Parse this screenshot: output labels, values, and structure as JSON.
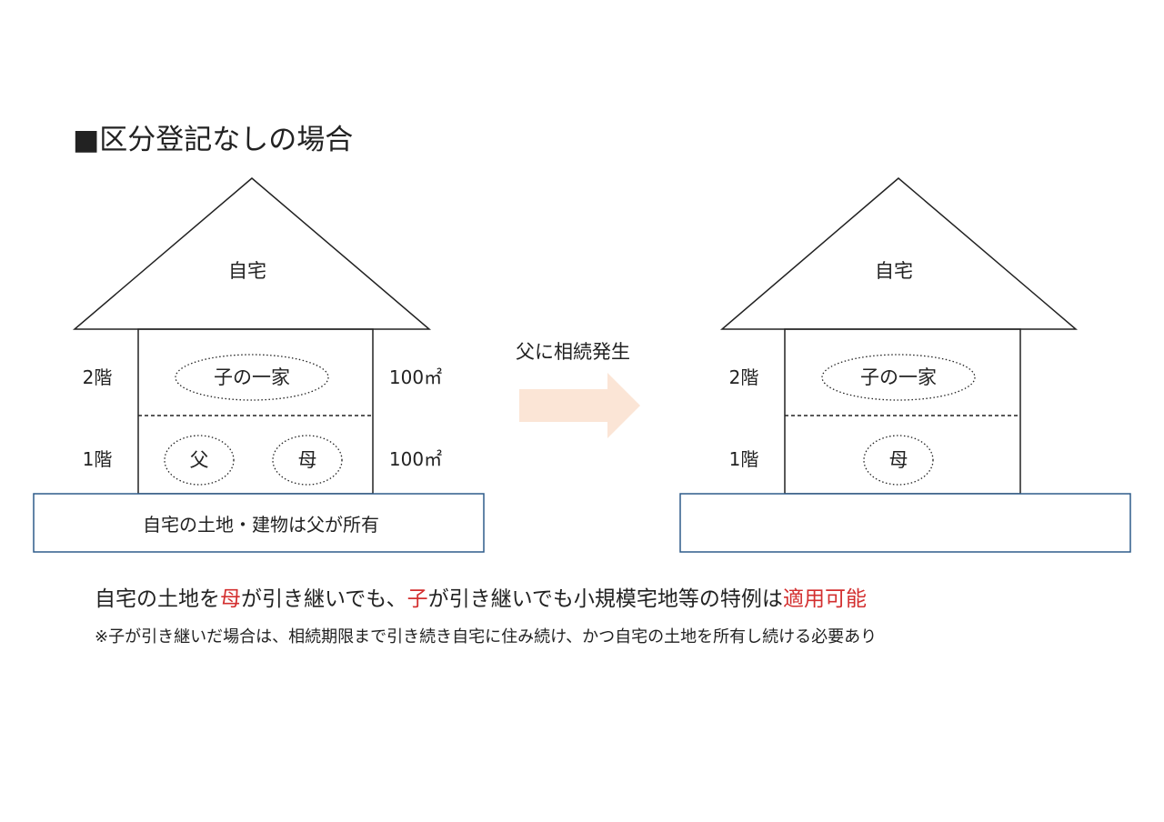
{
  "title": "■区分登記なしの場合",
  "left_house": {
    "roof_label": "自宅",
    "floor2_label": "2階",
    "floor1_label": "1階",
    "floor2_area": "100㎡",
    "floor1_area": "100㎡",
    "floor2_occupant": "子の一家",
    "floor1_occupants": [
      "父",
      "母"
    ],
    "land_label": "自宅の土地・建物は父が所有"
  },
  "arrow": {
    "label": "父に相続発生",
    "color": "#fbe5d6"
  },
  "right_house": {
    "roof_label": "自宅",
    "floor2_label": "2階",
    "floor1_label": "1階",
    "floor2_occupant": "子の一家",
    "floor1_occupant": "母"
  },
  "note": {
    "parts": [
      {
        "text": "自宅の土地を",
        "highlight": false
      },
      {
        "text": "母",
        "highlight": true
      },
      {
        "text": "が引き継いでも、",
        "highlight": false
      },
      {
        "text": "子",
        "highlight": true
      },
      {
        "text": "が引き継いでも小規模宅地等の特例は",
        "highlight": false
      },
      {
        "text": "適用可能",
        "highlight": true
      }
    ],
    "sub": "※子が引き継いだ場合は、相続期限まで引き続き自宅に住み続け、かつ自宅の土地を所有し続ける必要あり"
  },
  "colors": {
    "highlight": "#d32f2f",
    "land_border": "#2e5c8a",
    "line": "#222222"
  }
}
